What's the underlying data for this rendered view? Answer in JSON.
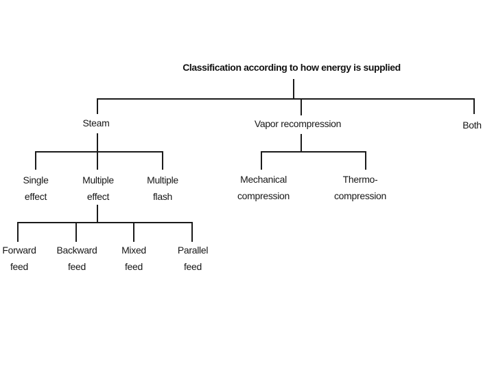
{
  "colors": {
    "background": "#ffffff",
    "line": "#1a1a1a",
    "text": "#161616"
  },
  "diagram": {
    "title": "Classification according to how energy is supplied",
    "nodes": {
      "steam": "Steam",
      "vapor_recompression": "Vapor recompression",
      "both": "Both",
      "single_effect": "Single\neffect",
      "multiple_effect": "Multiple\neffect",
      "multiple_flash": "Multiple\nflash",
      "mechanical_compression": "Mechanical\ncompression",
      "thermo_compression": "Thermo-\ncompression",
      "forward_feed": "Forward\nfeed",
      "backward_feed": "Backward\nfeed",
      "mixed_feed": "Mixed\nfeed",
      "parallel_feed": "Parallel\nfeed"
    }
  }
}
